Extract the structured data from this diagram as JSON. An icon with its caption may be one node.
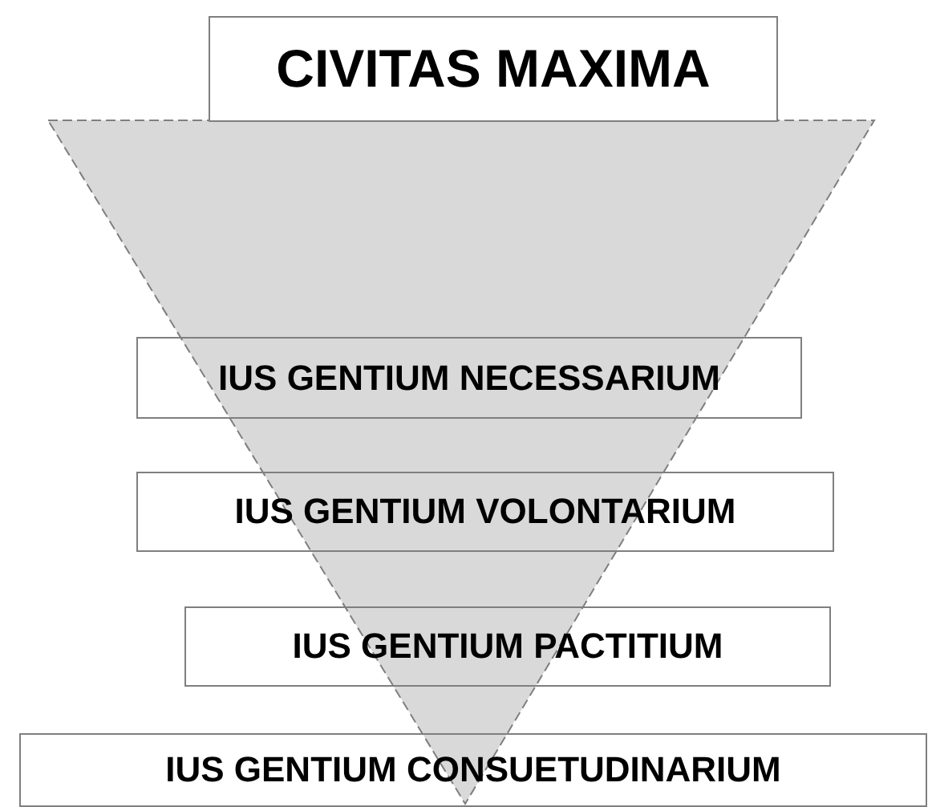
{
  "diagram": {
    "nodes": [
      {
        "text": [
          "CIVITAS MAXIMA"
        ]
      },
      {
        "text": [
          "IUS GENTIUM NECESSARIUM"
        ]
      },
      {
        "text": [
          "IUS GENTIUM VOLONTARIUM"
        ]
      },
      {
        "text": [
          "IUS GENTIUM PACTITIUM"
        ]
      },
      {
        "text": [
          "IUS GENTIUM CONSUETUDINARIUM"
        ]
      }
    ]
  }
}
